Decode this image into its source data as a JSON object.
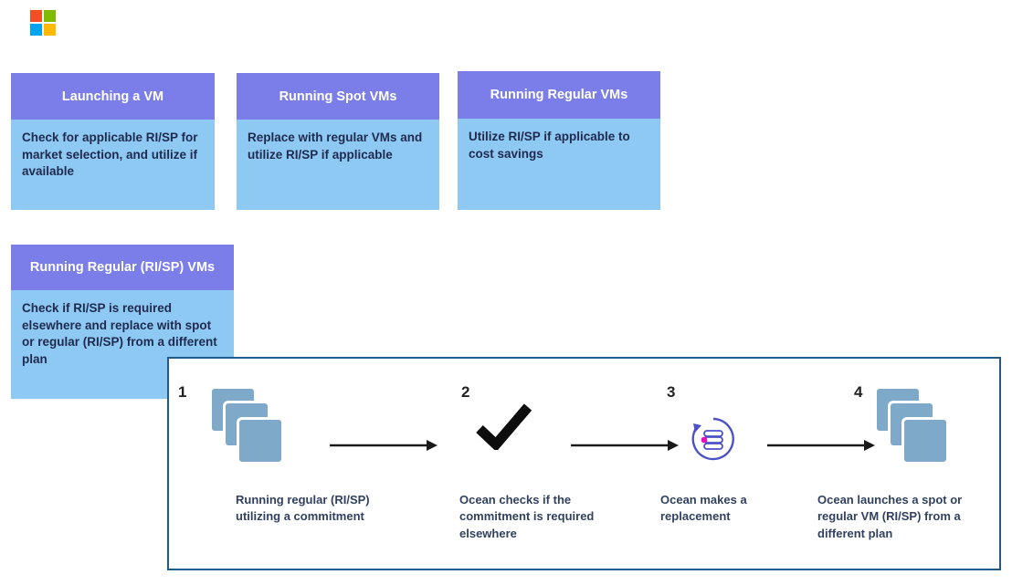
{
  "logo": {
    "label": "Microsoft logo"
  },
  "cards": [
    {
      "title": "Launching a VM",
      "body": "Check for applicable RI/SP for market selection, and utilize if available"
    },
    {
      "title": "Running Spot VMs",
      "body": "Replace with regular VMs and utilize RI/SP if applicable"
    },
    {
      "title": "Running Regular VMs",
      "body": "Utilize RI/SP if applicable to cost savings"
    },
    {
      "title": "Running Regular (RI/SP) VMs",
      "body": "Check if RI/SP is required elsewhere and replace with spot or regular (RI/SP) from a different plan"
    }
  ],
  "flow": {
    "steps": [
      {
        "number": "1",
        "icon": "vm-stack-icon",
        "label": "Running regular (RI/SP) utilizing a commitment"
      },
      {
        "number": "2",
        "icon": "checkmark-icon",
        "label": "Ocean checks if the commitment is required elsewhere"
      },
      {
        "number": "3",
        "icon": "replacement-cycle-icon",
        "label": "Ocean makes a replacement"
      },
      {
        "number": "4",
        "icon": "vm-stack-icon",
        "label": "Ocean launches a spot or regular VM (RI/SP) from a different plan"
      }
    ]
  },
  "colors": {
    "card_header_purple": "#7b7ee8",
    "card_body_blue": "#8ec9f4",
    "card_text_navy": "#1f2a4e",
    "flow_border_blue": "#1e5a8a",
    "vm_square_steelblue": "#7fa9c9",
    "cycle_indigo": "#4c51c6",
    "cycle_magenta": "#e212b7",
    "arrow_black": "#1a1a1a",
    "ms_red": "#f25022",
    "ms_green": "#7fba00",
    "ms_blue": "#00a4ef",
    "ms_yellow": "#ffb900"
  }
}
